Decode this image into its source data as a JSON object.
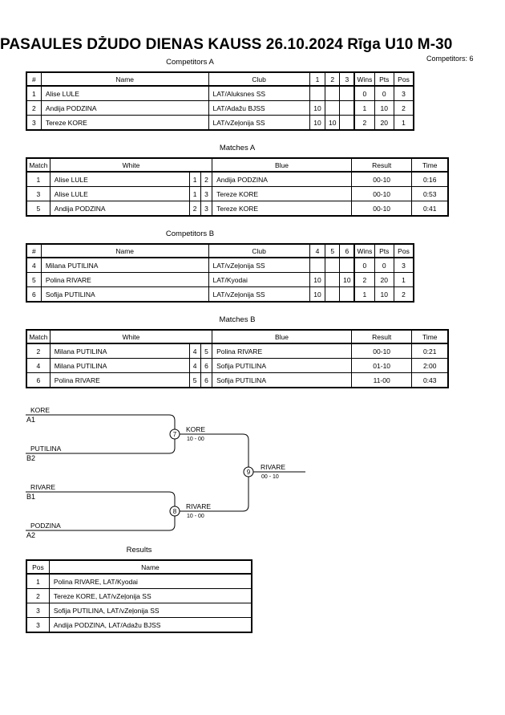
{
  "header": {
    "title": "PASAULES DŽUDO DIENAS KAUSS  26.10.2024  Rīga   U10 M-30",
    "competitors_count": "Competitors: 6"
  },
  "competitors_a": {
    "caption": "Competitors A",
    "headers": [
      "#",
      "Name",
      "Club",
      "1",
      "2",
      "3",
      "Wins",
      "Pts",
      "Pos"
    ],
    "rows": [
      {
        "num": "1",
        "name": "Alise LULE",
        "club": "LAT/Aluksnes SS",
        "s1": "",
        "s2": "",
        "s3": "",
        "wins": "0",
        "pts": "0",
        "pos": "3"
      },
      {
        "num": "2",
        "name": "Andija PODZINA",
        "club": "LAT/Adažu BJSS",
        "s1": "10",
        "s2": "",
        "s3": "",
        "wins": "1",
        "pts": "10",
        "pos": "2"
      },
      {
        "num": "3",
        "name": "Tereze KORE",
        "club": "LAT/vZeļonija SS",
        "s1": "10",
        "s2": "10",
        "s3": "",
        "wins": "2",
        "pts": "20",
        "pos": "1"
      }
    ]
  },
  "matches_a": {
    "caption": "Matches A",
    "headers": [
      "Match",
      "White",
      "Blue",
      "Result",
      "Time"
    ],
    "rows": [
      {
        "match": "1",
        "white": "Alise LULE",
        "wn": "1",
        "bn": "2",
        "blue": "Andija PODZINA",
        "result": "00-10",
        "time": "0:16"
      },
      {
        "match": "3",
        "white": "Alise LULE",
        "wn": "1",
        "bn": "3",
        "blue": "Tereze KORE",
        "result": "00-10",
        "time": "0:53"
      },
      {
        "match": "5",
        "white": "Andija PODZINA",
        "wn": "2",
        "bn": "3",
        "blue": "Tereze KORE",
        "result": "00-10",
        "time": "0:41"
      }
    ]
  },
  "competitors_b": {
    "caption": "Competitors B",
    "headers": [
      "#",
      "Name",
      "Club",
      "4",
      "5",
      "6",
      "Wins",
      "Pts",
      "Pos"
    ],
    "rows": [
      {
        "num": "4",
        "name": "Milana PUTILINA",
        "club": "LAT/vZeļonija SS",
        "s1": "",
        "s2": "",
        "s3": "",
        "wins": "0",
        "pts": "0",
        "pos": "3"
      },
      {
        "num": "5",
        "name": "Polina RIVARE",
        "club": "LAT/Kyodai",
        "s1": "10",
        "s2": "",
        "s3": "10",
        "wins": "2",
        "pts": "20",
        "pos": "1"
      },
      {
        "num": "6",
        "name": "Sofija PUTILINA",
        "club": "LAT/vZeļonija SS",
        "s1": "10",
        "s2": "",
        "s3": "",
        "wins": "1",
        "pts": "10",
        "pos": "2"
      }
    ]
  },
  "matches_b": {
    "caption": "Matches B",
    "headers": [
      "Match",
      "White",
      "Blue",
      "Result",
      "Time"
    ],
    "rows": [
      {
        "match": "2",
        "white": "Milana PUTILINA",
        "wn": "4",
        "bn": "5",
        "blue": "Polina RIVARE",
        "result": "00-10",
        "time": "0:21"
      },
      {
        "match": "4",
        "white": "Milana PUTILINA",
        "wn": "4",
        "bn": "6",
        "blue": "Sofija PUTILINA",
        "result": "01-10",
        "time": "2:00"
      },
      {
        "match": "6",
        "white": "Polina RIVARE",
        "wn": "5",
        "bn": "6",
        "blue": "Sofija PUTILINA",
        "result": "11-00",
        "time": "0:43"
      }
    ]
  },
  "bracket": {
    "a1_name": "KORE",
    "a1_seed": "A1",
    "b2_name": "PUTILINA",
    "b2_seed": "B2",
    "b1_name": "RIVARE",
    "b1_seed": "B1",
    "a2_name": "PODZINA",
    "a2_seed": "A2",
    "semi1": {
      "number": "7",
      "winner": "KORE",
      "score": "10 - 00"
    },
    "semi2": {
      "number": "8",
      "winner": "RIVARE",
      "score": "10 - 00"
    },
    "final": {
      "number": "9",
      "winner": "RIVARE",
      "score": "00 - 10"
    }
  },
  "results": {
    "caption": "Results",
    "headers": [
      "Pos",
      "Name"
    ],
    "rows": [
      {
        "pos": "1",
        "name": "Polina RIVARE, LAT/Kyodai"
      },
      {
        "pos": "2",
        "name": "Tereze KORE, LAT/vZeļonija SS"
      },
      {
        "pos": "3",
        "name": "Sofija PUTILINA, LAT/vZeļonija SS"
      },
      {
        "pos": "3",
        "name": "Andija PODZINA, LAT/Adažu BJSS"
      }
    ]
  }
}
